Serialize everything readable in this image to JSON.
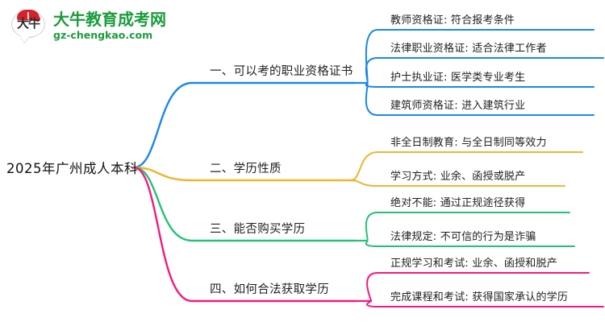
{
  "logo": {
    "mark_text": "大牛",
    "title": "大牛教育成考网",
    "subtitle": "gz-chengkao.com",
    "brand_color": "#1a9c3c",
    "cap_color": "#d4232a"
  },
  "mindmap": {
    "root": "2025年广州成人本科",
    "branches": [
      {
        "label": "一、可以考的职业资格证书",
        "color": "#1a87ea",
        "children": [
          "教师资格证: 符合报考条件",
          "法律职业资格证: 适合法律工作者",
          "护士执业证: 医学类专业考生",
          "建筑师资格证: 进入建筑行业"
        ]
      },
      {
        "label": "二、学历性质",
        "color": "#efb52f",
        "children": [
          "非全日制教育: 与全日制同等效力",
          "学习方式: 业余、函授或脱产"
        ]
      },
      {
        "label": "三、能否购买学历",
        "color": "#25c177",
        "children": [
          "绝对不能: 通过正规途径获得",
          "法律规定: 不可信的行为是诈骗"
        ]
      },
      {
        "label": "四、如何合法获取学历",
        "color": "#f5197e",
        "children": [
          "正规学习和考试: 业余、函授和脱产",
          "完成课程和考试: 获得国家承认的学历"
        ]
      }
    ]
  }
}
